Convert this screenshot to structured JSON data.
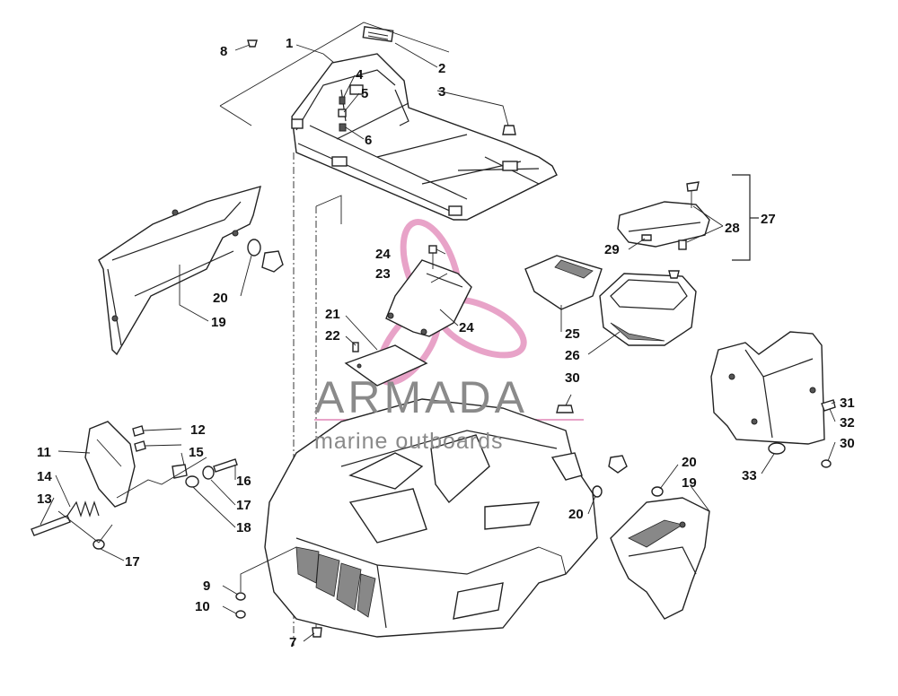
{
  "watermark": {
    "brand": "ARMADA",
    "tagline": "marine outboards",
    "accent_color": "#e8a3c8",
    "text_color": "#8a8a8a"
  },
  "labels": [
    {
      "id": "1",
      "text": "1"
    },
    {
      "id": "2",
      "text": "2"
    },
    {
      "id": "3",
      "text": "3"
    },
    {
      "id": "4",
      "text": "4"
    },
    {
      "id": "5",
      "text": "5"
    },
    {
      "id": "6",
      "text": "6"
    },
    {
      "id": "7",
      "text": "7"
    },
    {
      "id": "8",
      "text": "8"
    },
    {
      "id": "9",
      "text": "9"
    },
    {
      "id": "10",
      "text": "10"
    },
    {
      "id": "11",
      "text": "11"
    },
    {
      "id": "12",
      "text": "12"
    },
    {
      "id": "13",
      "text": "13"
    },
    {
      "id": "14",
      "text": "14"
    },
    {
      "id": "15",
      "text": "15"
    },
    {
      "id": "16",
      "text": "16"
    },
    {
      "id": "17a",
      "text": "17"
    },
    {
      "id": "17b",
      "text": "17"
    },
    {
      "id": "18",
      "text": "18"
    },
    {
      "id": "19a",
      "text": "19"
    },
    {
      "id": "19b",
      "text": "19"
    },
    {
      "id": "20a",
      "text": "20"
    },
    {
      "id": "20b",
      "text": "20"
    },
    {
      "id": "20c",
      "text": "20"
    },
    {
      "id": "21",
      "text": "21"
    },
    {
      "id": "22",
      "text": "22"
    },
    {
      "id": "23",
      "text": "23"
    },
    {
      "id": "24a",
      "text": "24"
    },
    {
      "id": "24b",
      "text": "24"
    },
    {
      "id": "25",
      "text": "25"
    },
    {
      "id": "26",
      "text": "26"
    },
    {
      "id": "27",
      "text": "27"
    },
    {
      "id": "28",
      "text": "28"
    },
    {
      "id": "29",
      "text": "29"
    },
    {
      "id": "30a",
      "text": "30"
    },
    {
      "id": "30b",
      "text": "30"
    },
    {
      "id": "31",
      "text": "31"
    },
    {
      "id": "32",
      "text": "32"
    },
    {
      "id": "33",
      "text": "33"
    }
  ]
}
